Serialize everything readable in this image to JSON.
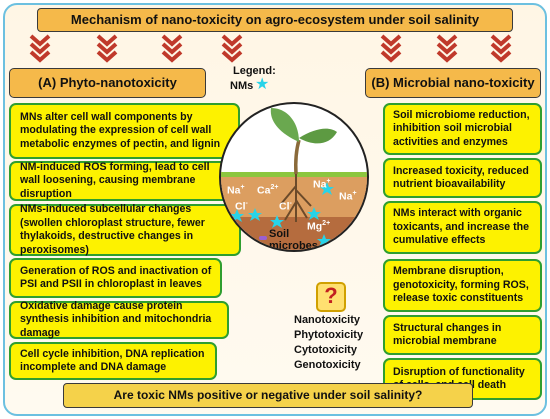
{
  "title": "Mechanism of nano-toxicity on agro-ecosystem under soil salinity",
  "left_header": "(A) Phyto-nanotoxicity",
  "right_header": "(B) Microbial nano-toxicity",
  "legend": {
    "label": "Legend:",
    "item": "NMs"
  },
  "left_boxes": [
    "MNs alter cell wall components by modulating the expression of cell wall metabolic enzymes of pectin, and lignin",
    "NM-induced ROS forming, lead to cell wall loosening, causing membrane disruption",
    "NMs-induced subcellular changes (swollen chloroplast structure, fewer thylakoids, destructive changes in peroxisomes)",
    "Generation of ROS and inactivation of PSI and PSII in chloroplast in leaves",
    "Oxidative damage cause protein synthesis inhibition and mitochondria damage",
    "Cell cycle inhibition, DNA replication incomplete and DNA damage"
  ],
  "right_boxes": [
    "Soil microbiome reduction, inhibition soil microbial activities and enzymes",
    "Increased toxicity, reduced nutrient bioavailability",
    "NMs interact with organic toxicants, and increase the cumulative effects",
    "Membrane disruption, genotoxicity, forming ROS, release toxic constituents",
    "Structural changes in microbial membrane",
    "Disruption of functionality of cells, and cell death"
  ],
  "soil": {
    "ions": {
      "na1": "Na",
      "na1_sup": "+",
      "ca": "Ca",
      "ca_sup": "2+",
      "na2": "Na",
      "na2_sup": "+",
      "na3": "Na",
      "na3_sup": "+",
      "cl1": "Cl",
      "cl1_sup": "-",
      "cl2": "Cl",
      "cl2_sup": "-",
      "mg": "Mg",
      "mg_sup": "2+"
    },
    "soil_label_1": "Soil",
    "soil_label_2": "microbes",
    "nms_label": "NMs"
  },
  "question_mark": "?",
  "toxicity_types": [
    "Nanotoxicity",
    "Phytotoxicity",
    "Cytotoxicity",
    "Genotoxicity"
  ],
  "bottom_question": "Are toxic NMs positive or negative under soil salinity?",
  "colors": {
    "header_fill": "#f5b94a",
    "box_fill": "#fdf200",
    "box_border": "#2f9e2f",
    "chevron": "#c0392b",
    "frame_border": "#6cc0e0",
    "nm_star": "#27d3e8",
    "soil_top": "#d99a5c",
    "soil_bottom": "#a8633a"
  },
  "icons": [
    "chevron-down-icon",
    "star-icon",
    "seedling-icon",
    "question-icon",
    "microbe-icon"
  ]
}
